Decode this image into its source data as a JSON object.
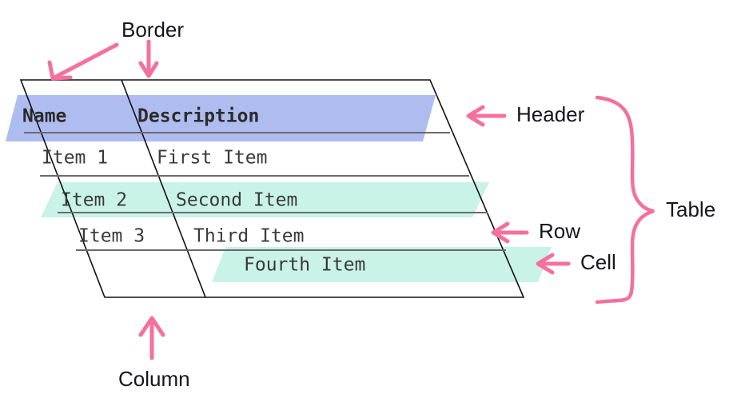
{
  "diagram": {
    "title": "HTML table anatomy diagram",
    "colors": {
      "header_highlight": "#aebcf0",
      "row_highlight": "#c9f3e7",
      "cell_highlight": "#c9f3e7",
      "annotation_pink": "#f4709f",
      "border_black": "#111111",
      "grid_gray": "#6a6a6a",
      "text_dark": "#16161a",
      "background": "#ffffff"
    }
  },
  "table": {
    "columns": [
      "Name",
      "Description"
    ],
    "rows": [
      {
        "name": "Item 1",
        "description": "First Item"
      },
      {
        "name": "Item 2",
        "description": "Second Item"
      },
      {
        "name": "Item 3",
        "description": "Third Item"
      },
      {
        "name": "",
        "description": "Fourth Item"
      }
    ]
  },
  "annotations": {
    "border": "Border",
    "header": "Header",
    "table": "Table",
    "row": "Row",
    "cell": "Cell",
    "column": "Column"
  }
}
